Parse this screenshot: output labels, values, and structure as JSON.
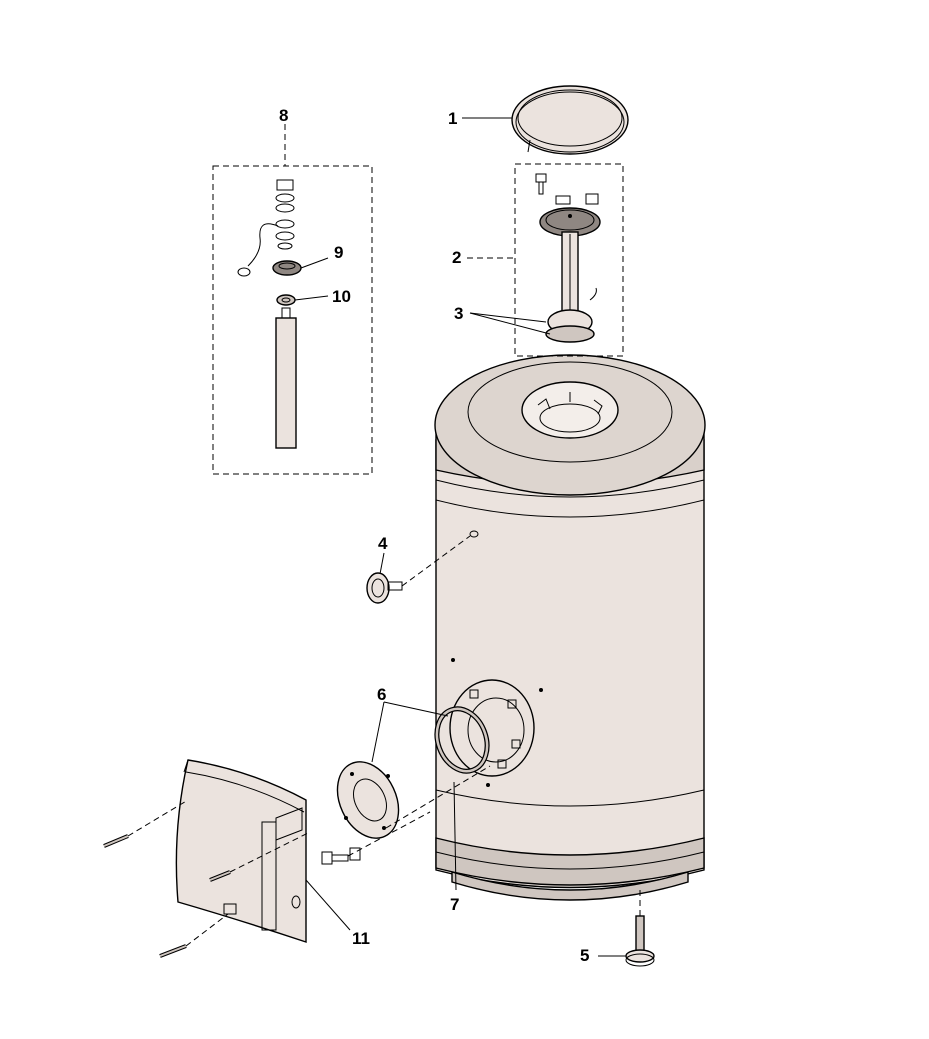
{
  "colors": {
    "part_fill": "#ebe3de",
    "part_shade": "#cfc6c0",
    "part_dark": "#8f8782",
    "stroke": "#000000",
    "background": "#ffffff"
  },
  "labels": {
    "p1": "1",
    "p2": "2",
    "p3": "3",
    "p4": "4",
    "p5": "5",
    "p6": "6",
    "p7": "7",
    "p8": "8",
    "p9": "9",
    "p10": "10",
    "p11": "11"
  }
}
